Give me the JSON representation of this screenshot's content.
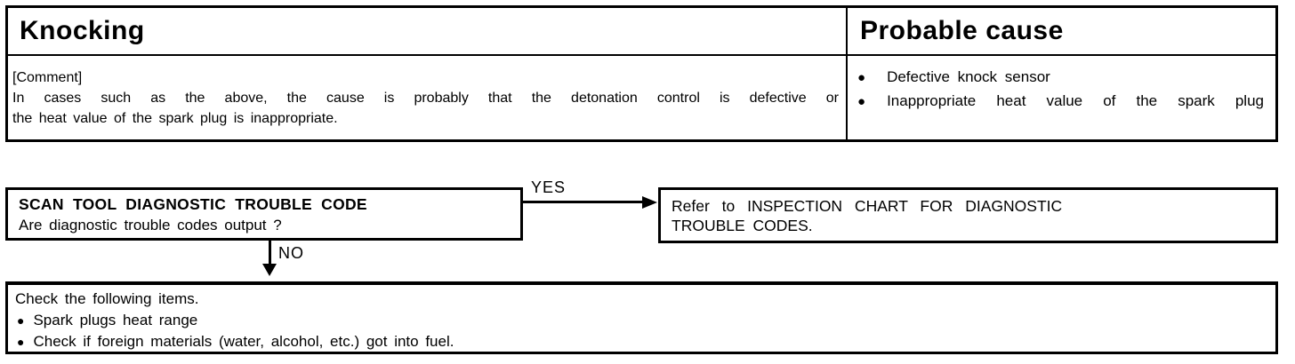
{
  "glyphs": {
    "bullet": "●"
  },
  "colors": {
    "ink": "#000000",
    "paper": "#ffffff"
  },
  "symptom_table": {
    "header": {
      "symptom": "Knocking",
      "cause": "Probable cause"
    },
    "comment": {
      "label": "[Comment]",
      "line1": "In cases such as the above, the cause is probably that the detonation control is defective or",
      "line2": "the heat value of the spark plug is inappropriate."
    },
    "probable_causes": [
      "Defective knock sensor",
      "Inappropriate heat value of the spark plug"
    ]
  },
  "flowchart": {
    "question_box": {
      "title": "SCAN TOOL DIAGNOSTIC TROUBLE CODE",
      "question": "Are diagnostic trouble codes output ?"
    },
    "yes_label": "YES",
    "no_label": "NO",
    "result_box": {
      "line1": "Refer to INSPECTION CHART FOR DIAGNOSTIC",
      "line2": "TROUBLE CODES."
    },
    "action_box": {
      "title": "Check the following items.",
      "items": [
        "Spark plugs heat range",
        "Check if foreign materials (water, alcohol, etc.) got into fuel."
      ]
    }
  }
}
